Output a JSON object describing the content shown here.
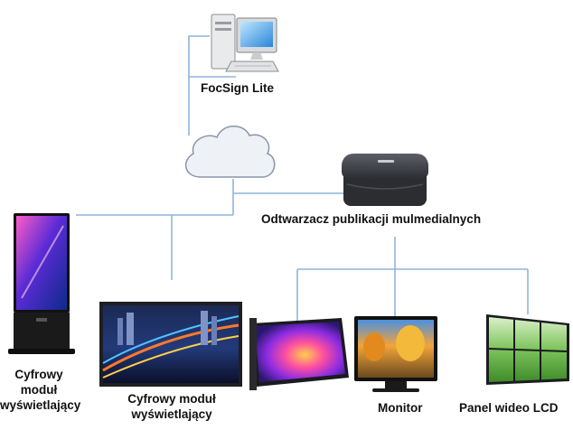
{
  "nodes": {
    "server": {
      "label": "FocSign Lite",
      "icon": "computer-icon"
    },
    "network": {
      "icon": "cloud-icon"
    },
    "player": {
      "label": "Odtwarzacz publikacji mulmedialnych",
      "icon": "media-player-icon"
    },
    "kiosk": {
      "label_lines": [
        "Cyfrowy",
        "moduł",
        "wyświetlający"
      ],
      "icon": "standing-kiosk-display-icon"
    },
    "signage": {
      "label_lines": [
        "Cyfrowy moduł",
        "wyświetlający"
      ],
      "icon": "signage-display-icon"
    },
    "led_panel": {
      "icon": "led-panel-icon"
    },
    "monitor": {
      "label": "Monitor",
      "icon": "monitor-icon"
    },
    "video_wall": {
      "label": "Panel wideo LCD",
      "icon": "video-wall-icon"
    }
  },
  "colors": {
    "connector": "#8fb4da",
    "text": "#111111",
    "cloud_fill": "#eef1f6",
    "cloud_stroke": "#8a95a8"
  }
}
